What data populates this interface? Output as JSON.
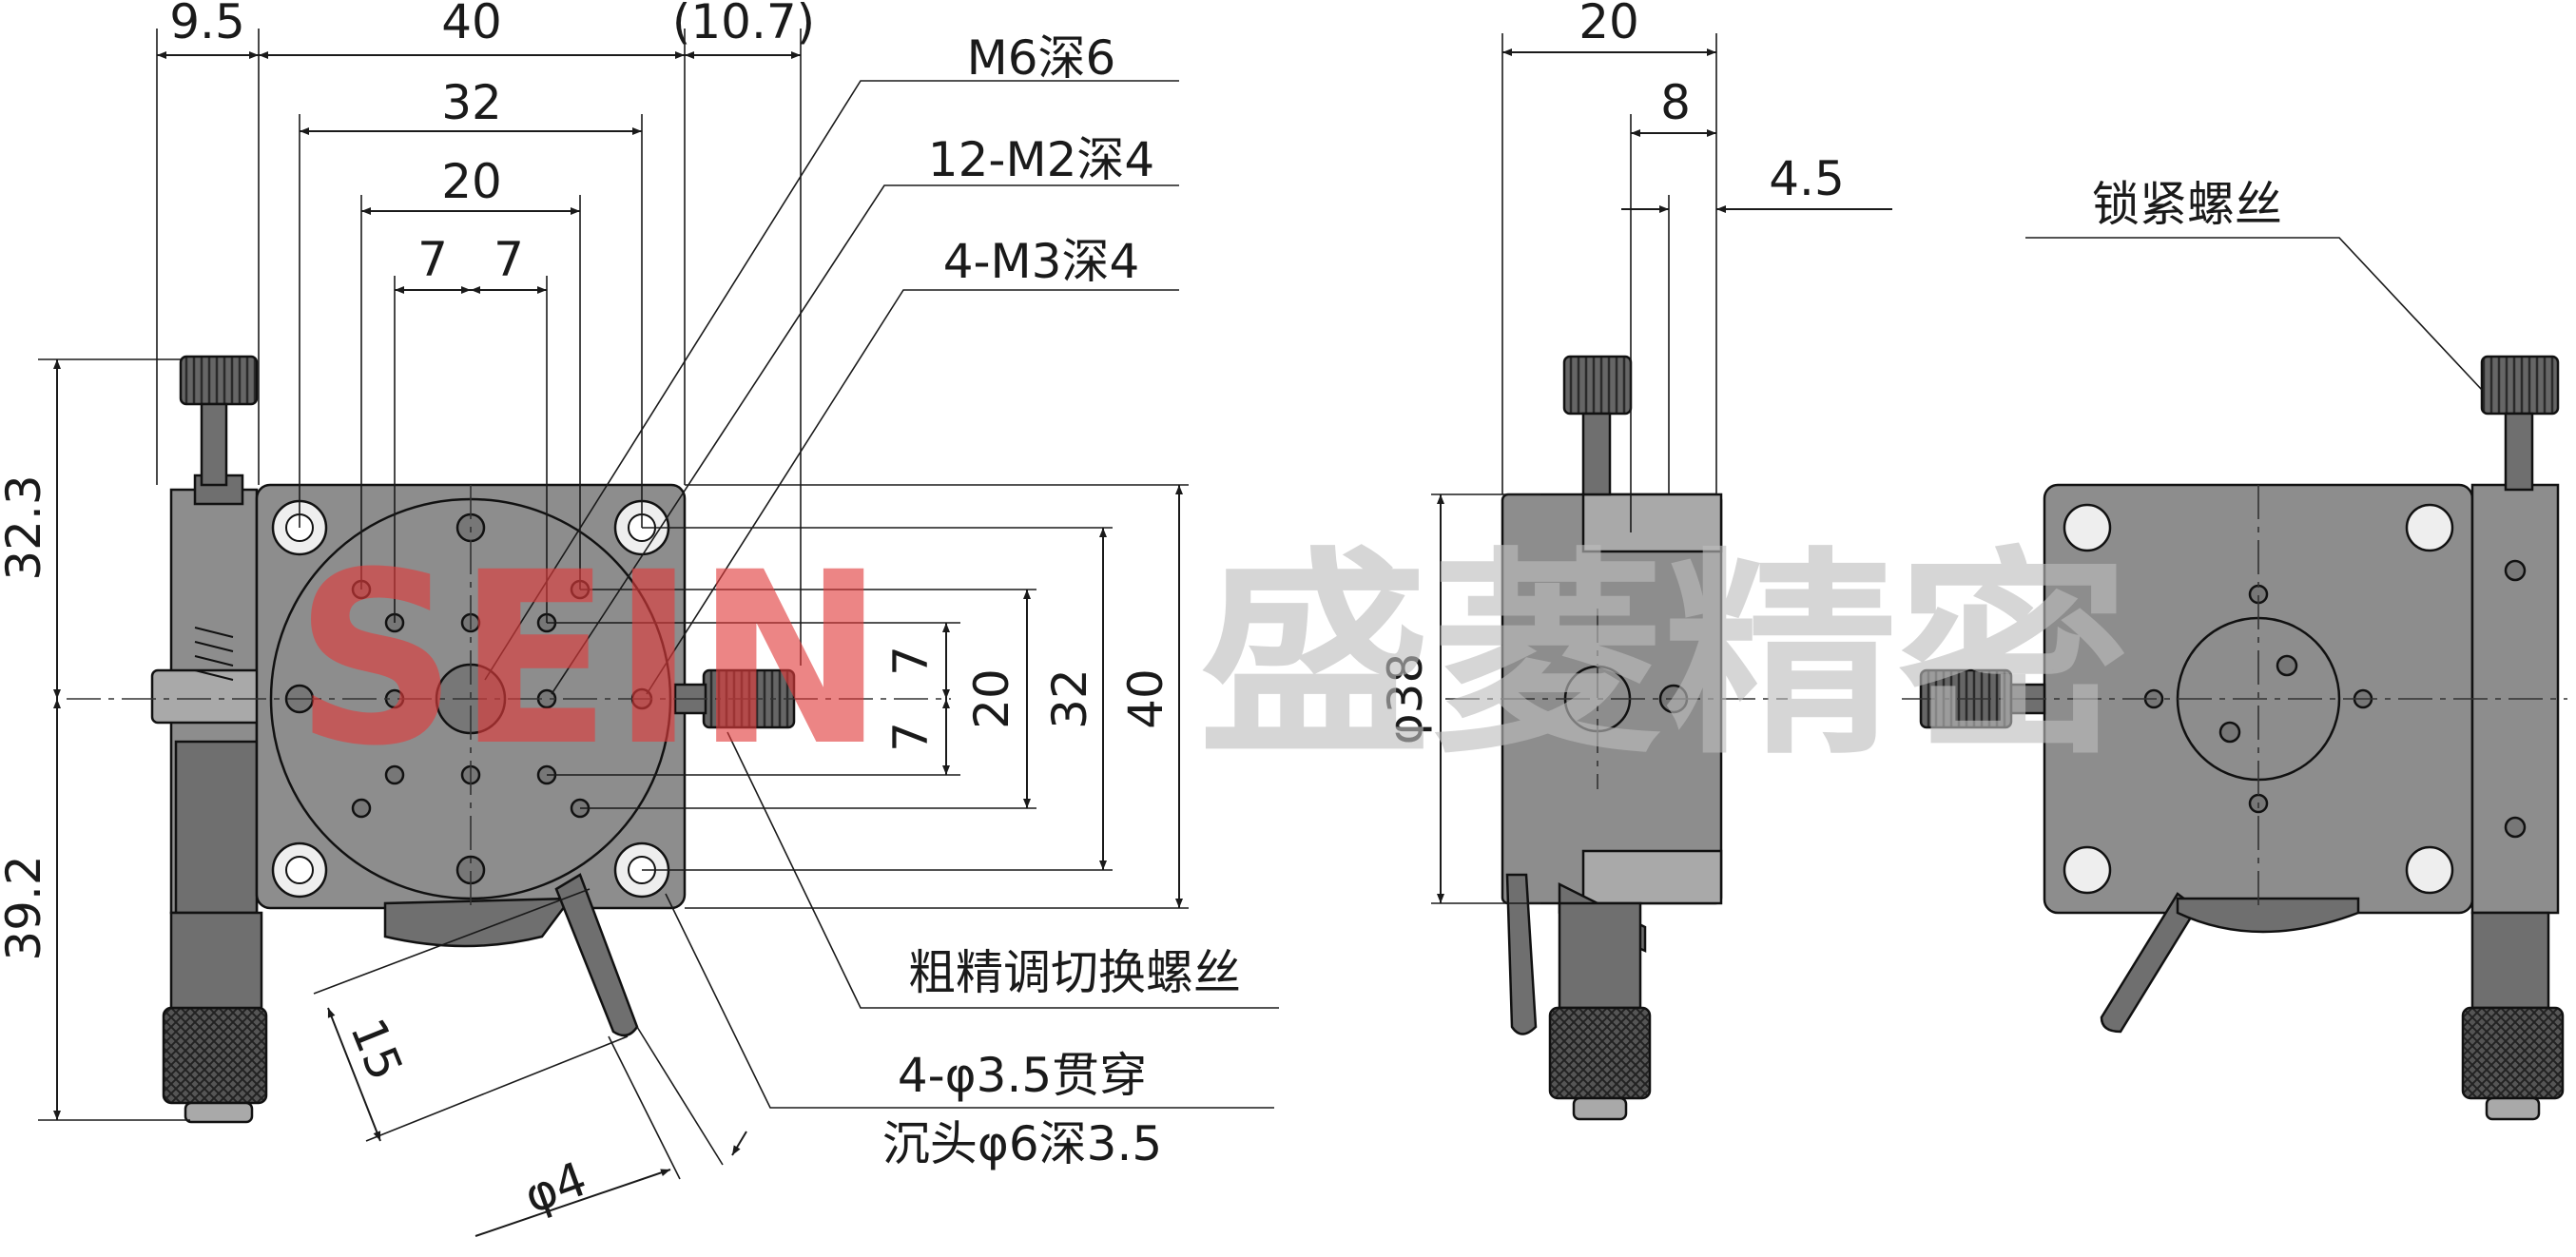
{
  "watermark": {
    "latin": "SEIN",
    "chinese": "盛菱精密"
  },
  "front_view": {
    "top_dims": [
      "9.5",
      "40",
      "(10.7)",
      "32",
      "20",
      "7",
      "7"
    ],
    "left_dims": [
      "32.3",
      "39.2"
    ],
    "right_dims": [
      "7",
      "7",
      "20",
      "32",
      "40"
    ],
    "bottom_dims": [
      "15",
      "φ4"
    ]
  },
  "callouts": {
    "m6": "M6深6",
    "m2": "12-M2深4",
    "m3": "4-M3深4",
    "coarse_fine": "粗精调切换螺丝",
    "through_1": "4-φ3.5贯穿",
    "through_2": "沉头φ6深3.5"
  },
  "side_view": {
    "dims": [
      "20",
      "8",
      "4.5",
      "φ38"
    ]
  },
  "rear_view": {
    "lock_screw": "锁紧螺丝"
  },
  "colors": {
    "body": "#8d8d8d",
    "watermark_red": "#e23b3b",
    "watermark_gray": "#c9c9c9"
  }
}
